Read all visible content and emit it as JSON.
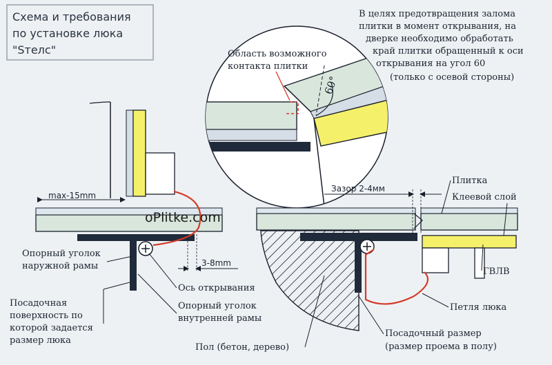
{
  "title": {
    "line1": "Схема и требования",
    "line2": "по установке люка",
    "line3": "\"Sтелс\""
  },
  "note": {
    "line1": "В целях предотвращения залома",
    "line2": "плитки в момент открывания, на",
    "line3": "дверке необходимо обработать",
    "line4": "край плитки обращенный к оси",
    "line5": "открывания на угол 60",
    "line6": "(только с осевой стороны)"
  },
  "zoom": {
    "contact_line1": "Область возможного",
    "contact_line2": "контакта плитки",
    "angle": "60°"
  },
  "dims": {
    "max": "max-15mm",
    "gap_door": "3-8mm",
    "gap": "Зазор 2-4мм"
  },
  "watermark": "oPlitke.com",
  "labels": {
    "outer_corner_1": "Опорный уголок",
    "outer_corner_2": "наружной рамы",
    "seat_1": "Посадочная",
    "seat_2": "поверхность по",
    "seat_3": "которой задается",
    "seat_4": "размер люка",
    "axis": "Ось открывания",
    "inner_corner_1": "Опорный уголок",
    "inner_corner_2": "внутренней рамы",
    "floor": "Пол (бетон, дерево)",
    "tile": "Плитка",
    "glue": "Клеевой слой",
    "gvlv": "ГВЛВ",
    "hinge": "Петля люка",
    "seat_size_1": "Посадочный размер",
    "seat_size_2": "(размер проема в полу)"
  },
  "colors": {
    "outline": "#1a1f2c",
    "tile": "#d8e6dc",
    "glue": "#f5f06a",
    "frame": "#1f2a3a",
    "hinge": "#d23a2a",
    "background": "#eef1f3"
  }
}
